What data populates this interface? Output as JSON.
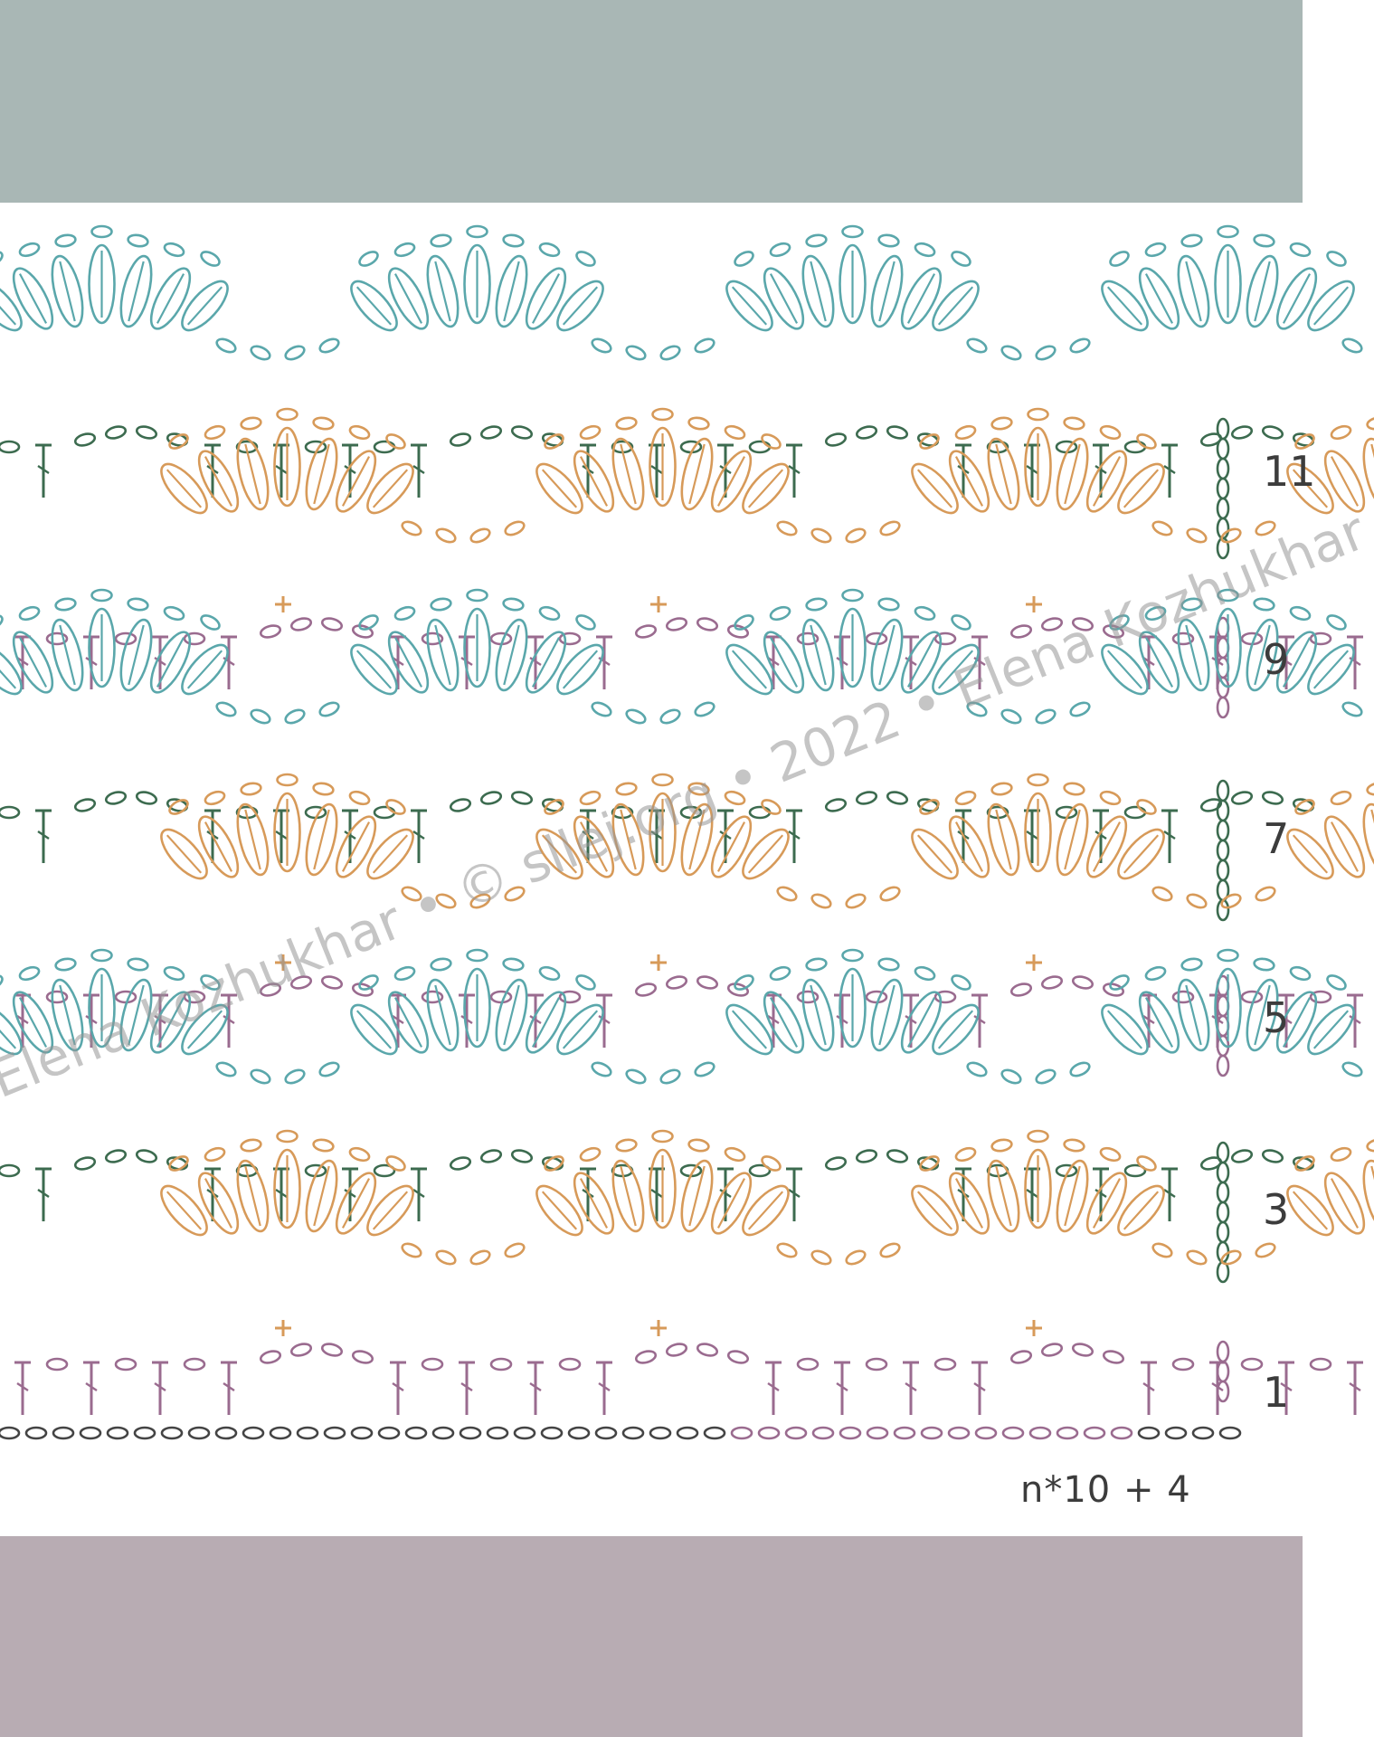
{
  "frame": {
    "top_band_color": "#a9b7b5",
    "bottom_band_color": "#b8acb3"
  },
  "diagram": {
    "row_labels": [
      "11",
      "9",
      "7",
      "5",
      "3",
      "1"
    ],
    "formula": "n*10 + 4",
    "watermark": "Elena Kozhukhar • © sllej.org • 2022 • Elena Kozhukhar",
    "colors": {
      "blue_rows": "#5aa7ab",
      "blue_stitches": "#4b8f91",
      "orange_rows": "#d79a59",
      "orange_stitches": "#c9873e",
      "purple_rows": "#9a6b8f",
      "green_rows": "#3c6b4f",
      "foundation_chain": "#444444"
    },
    "repeat_count": 3
  }
}
